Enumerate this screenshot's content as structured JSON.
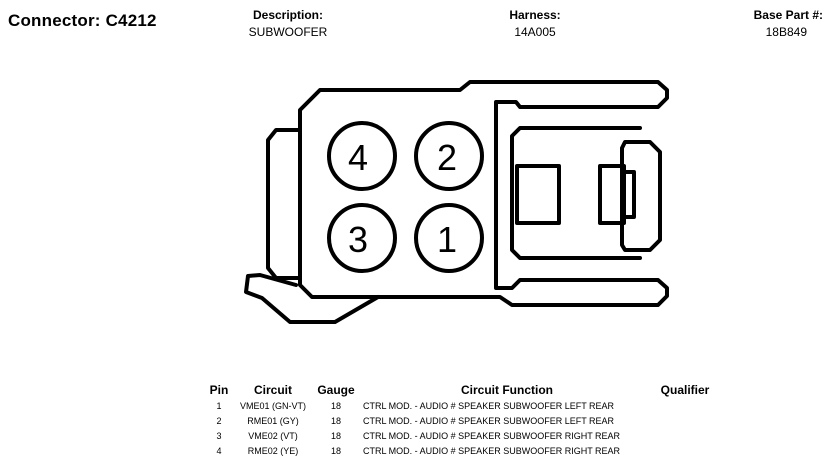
{
  "connector": {
    "title": "Connector: C4212"
  },
  "header": {
    "description": {
      "label": "Description:",
      "value": "SUBWOOFER"
    },
    "harness": {
      "label": "Harness:",
      "value": "14A005"
    },
    "base_part": {
      "label": "Base Part #:",
      "value": "18B849"
    }
  },
  "pin_labels": {
    "p4": "4",
    "p2": "2",
    "p3": "3",
    "p1": "1"
  },
  "table": {
    "headers": {
      "pin": "Pin",
      "circuit": "Circuit",
      "gauge": "Gauge",
      "function": "Circuit Function",
      "qualifier": "Qualifier"
    },
    "rows": [
      {
        "pin": "1",
        "circuit": "VME01 (GN-VT)",
        "gauge": "18",
        "function": "CTRL MOD. - AUDIO # SPEAKER SUBWOOFER LEFT REAR",
        "qualifier": ""
      },
      {
        "pin": "2",
        "circuit": "RME01 (GY)",
        "gauge": "18",
        "function": "CTRL MOD. - AUDIO # SPEAKER SUBWOOFER LEFT REAR",
        "qualifier": ""
      },
      {
        "pin": "3",
        "circuit": "VME02 (VT)",
        "gauge": "18",
        "function": "CTRL MOD. - AUDIO # SPEAKER SUBWOOFER RIGHT REAR",
        "qualifier": ""
      },
      {
        "pin": "4",
        "circuit": "RME02 (YE)",
        "gauge": "18",
        "function": "CTRL MOD. - AUDIO # SPEAKER SUBWOOFER RIGHT REAR",
        "qualifier": ""
      }
    ]
  }
}
